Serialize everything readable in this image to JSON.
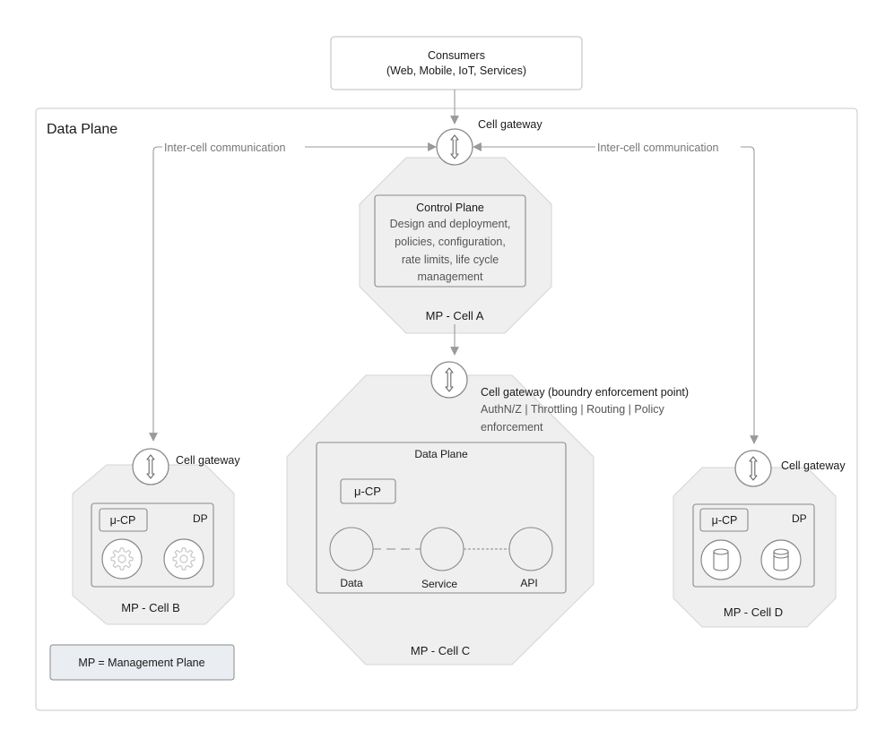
{
  "consumers": {
    "title": "Consumers",
    "subtitle": "(Web, Mobile, IoT, Services)"
  },
  "data_plane": {
    "label": "Data Plane"
  },
  "connections": {
    "left_label": "Inter-cell communication",
    "right_label": "Inter-cell communication"
  },
  "cell_a": {
    "gateway_label": "Cell gateway",
    "control_plane_title": "Control Plane",
    "control_plane_lines": [
      "Design and deployment,",
      "policies, configuration,",
      "rate limits, life cycle",
      "management"
    ],
    "label": "MP - Cell A"
  },
  "cell_c": {
    "gateway_title": "Cell gateway (boundry enforcement point)",
    "gateway_lines": [
      "AuthN/Z | Throttling | Routing | Policy",
      "enforcement"
    ],
    "inner_title": "Data Plane",
    "ucp": "μ-CP",
    "nodes": [
      "Data",
      "Service",
      "API"
    ],
    "label": "MP - Cell C"
  },
  "cell_b": {
    "gateway_label": "Cell gateway",
    "ucp": "μ-CP",
    "dp": "DP",
    "label": "MP - Cell B"
  },
  "cell_d": {
    "gateway_label": "Cell gateway",
    "ucp": "μ-CP",
    "dp": "DP",
    "label": "MP - Cell D"
  },
  "legend": {
    "text": "MP = Management Plane"
  },
  "colors": {
    "cell_fill": "#efefef",
    "cell_stroke": "#cccccc",
    "box_stroke": "#8a8a8a",
    "arrow": "#9a9a9a",
    "legend_fill": "#eaedf1"
  }
}
